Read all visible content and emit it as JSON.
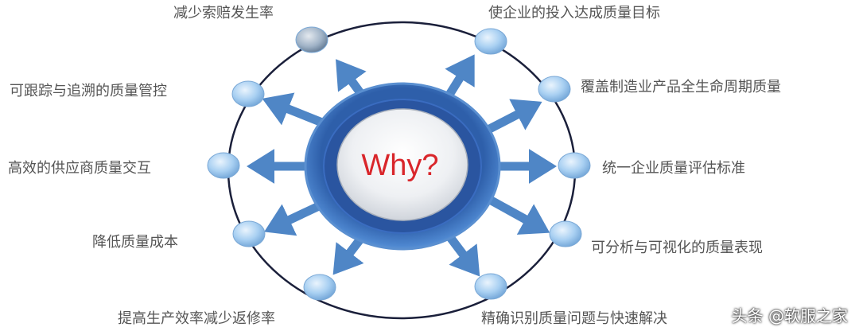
{
  "center_label": "Why?",
  "center_label_color": "#d9262b",
  "arrow_color": "#4f86c6",
  "ring_color": "#3a6db5",
  "outer_ellipse_color": "#1a1f3a",
  "node_color": "#9cc5ec",
  "labels": {
    "top_left": "减少索赔发生率",
    "upper_left": "可跟踪与追溯的质量管控",
    "mid_left": "高效的供应商质量交互",
    "lower_left": "降低质量成本",
    "bottom_left": "提高生产效率减少返修率",
    "top_right": "使企业的投入达成质量目标",
    "upper_right": "覆盖制造业产品全生命周期质量",
    "mid_right": "统一企业质量评估标准",
    "lower_right": "可分析与可视化的质量表现",
    "bottom_right": "精确识别质量问题与快速解决"
  },
  "watermark": "头条 @软服之家"
}
